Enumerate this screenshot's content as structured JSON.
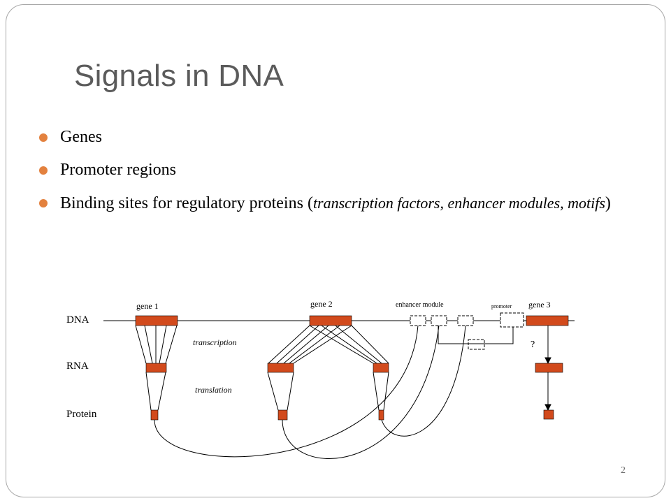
{
  "slide": {
    "title": "Signals in DNA",
    "bullets": [
      "Genes",
      "Promoter regions"
    ],
    "bullet3": {
      "text": "Binding sites for regulatory proteins (",
      "italic": "transcription factors, enhancer modules, motifs",
      "close": ")"
    },
    "page_number": "2"
  },
  "diagram": {
    "row_labels": {
      "dna": "DNA",
      "rna": "RNA",
      "protein": "Protein"
    },
    "gene_labels": {
      "gene1": "gene 1",
      "gene2": "gene 2",
      "gene3": "gene 3"
    },
    "process_labels": {
      "transcription": "transcription",
      "translation": "translation"
    },
    "element_labels": {
      "enhancer": "enhancer module",
      "promoter": "promoter",
      "unknown": "?"
    },
    "colors": {
      "block": "#d24a1c",
      "bullet": "#e3813e",
      "title": "#5b5b5b",
      "frame": "#a8a8a8"
    }
  }
}
